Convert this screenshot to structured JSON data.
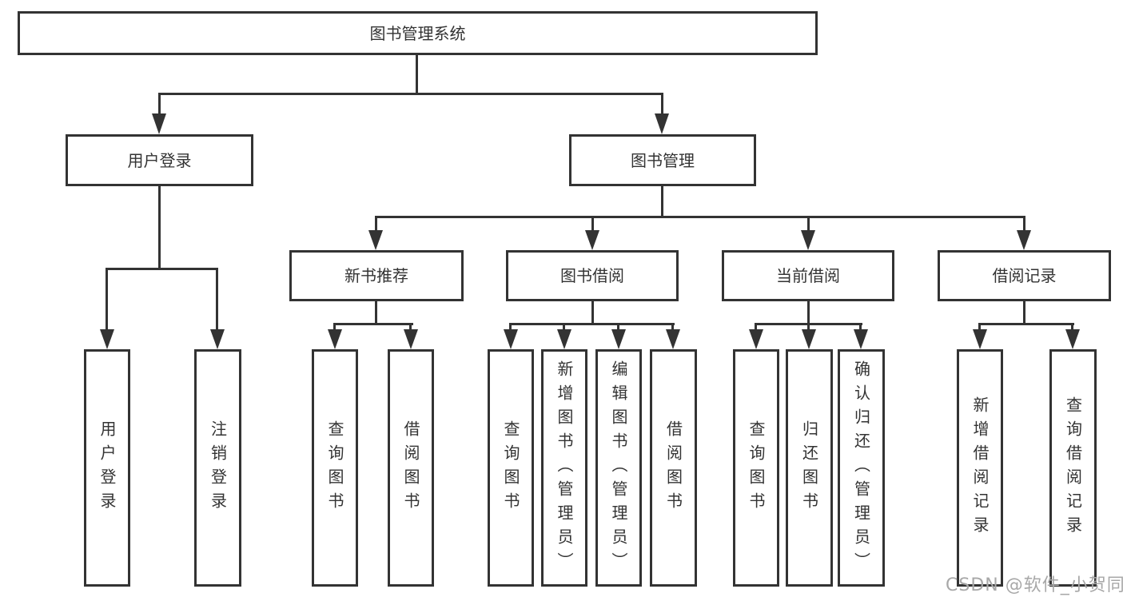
{
  "diagram_type": "hierarchy-tree",
  "colors": {
    "line": "#333333",
    "box_border": "#333333",
    "box_fill": "#ffffff",
    "text": "#333333",
    "background": "#ffffff",
    "watermark": "#a8a8a8"
  },
  "tree": {
    "root": {
      "label": "图书管理系统"
    },
    "branches": [
      {
        "label": "用户登录",
        "children": [
          {
            "label": "用户登录"
          },
          {
            "label": "注销登录"
          }
        ]
      },
      {
        "label": "图书管理",
        "sections": [
          {
            "label": "新书推荐",
            "children": [
              {
                "label": "查询图书"
              },
              {
                "label": "借阅图书"
              }
            ]
          },
          {
            "label": "图书借阅",
            "children": [
              {
                "label": "查询图书"
              },
              {
                "label": "新增图书（管理员）"
              },
              {
                "label": "编辑图书（管理员）"
              },
              {
                "label": "借阅图书"
              }
            ]
          },
          {
            "label": "当前借阅",
            "children": [
              {
                "label": "查询图书"
              },
              {
                "label": "归还图书"
              },
              {
                "label": "确认归还（管理员）"
              }
            ]
          },
          {
            "label": "借阅记录",
            "children": [
              {
                "label": "新增借阅记录"
              },
              {
                "label": "查询借阅记录"
              }
            ]
          }
        ]
      }
    ]
  },
  "watermark": {
    "text": "CSDN @软件_小贺同学"
  }
}
